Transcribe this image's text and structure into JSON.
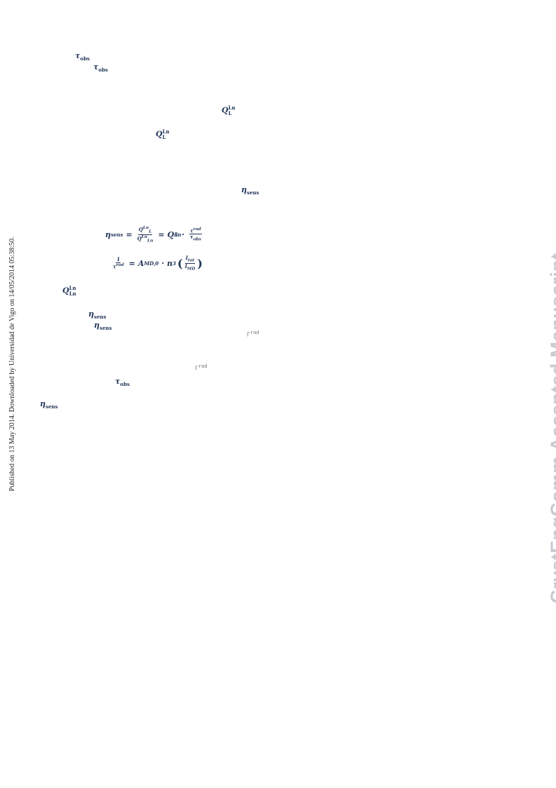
{
  "side_note": "Published on 13 May 2014. Downloaded by Universidad de Vigo on 14/05/2014 05:38:50.",
  "watermark": "CrystEngComm Accepted Manuscript",
  "symbols": {
    "tau": "τ",
    "obs": "obs",
    "Q": "Q",
    "L": "L",
    "Ln": "Ln",
    "eta": "η",
    "sens": "sens",
    "gamma_rad": "Γ",
    "rad": "rad"
  },
  "equations": {
    "eq1": {
      "lhs": "η",
      "lhs_sub": "sens",
      "equals": "=",
      "frac_num": "Q",
      "frac_num_sup": "Ln",
      "frac_num_sub": "L",
      "frac_den": "Q",
      "frac_den_sup": "Ln",
      "frac_den_sub": "Ln",
      "equals2": "=",
      "q": "Q",
      "q_sup": "Ln",
      "q_sub": "L",
      "dot": "·",
      "r_num": "τ",
      "r_num_sup": "rad",
      "r_den": "τ",
      "r_den_sub": "obs"
    },
    "eq2": {
      "num": "1",
      "den": "τ",
      "den_sup": "rad",
      "equals": "=",
      "A": "A",
      "A_sub": "MD,0",
      "dot": "·",
      "n": "n",
      "n_sup": "3",
      "paren_num": "I",
      "paren_num_sub": "tot",
      "paren_den": "I",
      "paren_den_sub": "MD"
    }
  }
}
